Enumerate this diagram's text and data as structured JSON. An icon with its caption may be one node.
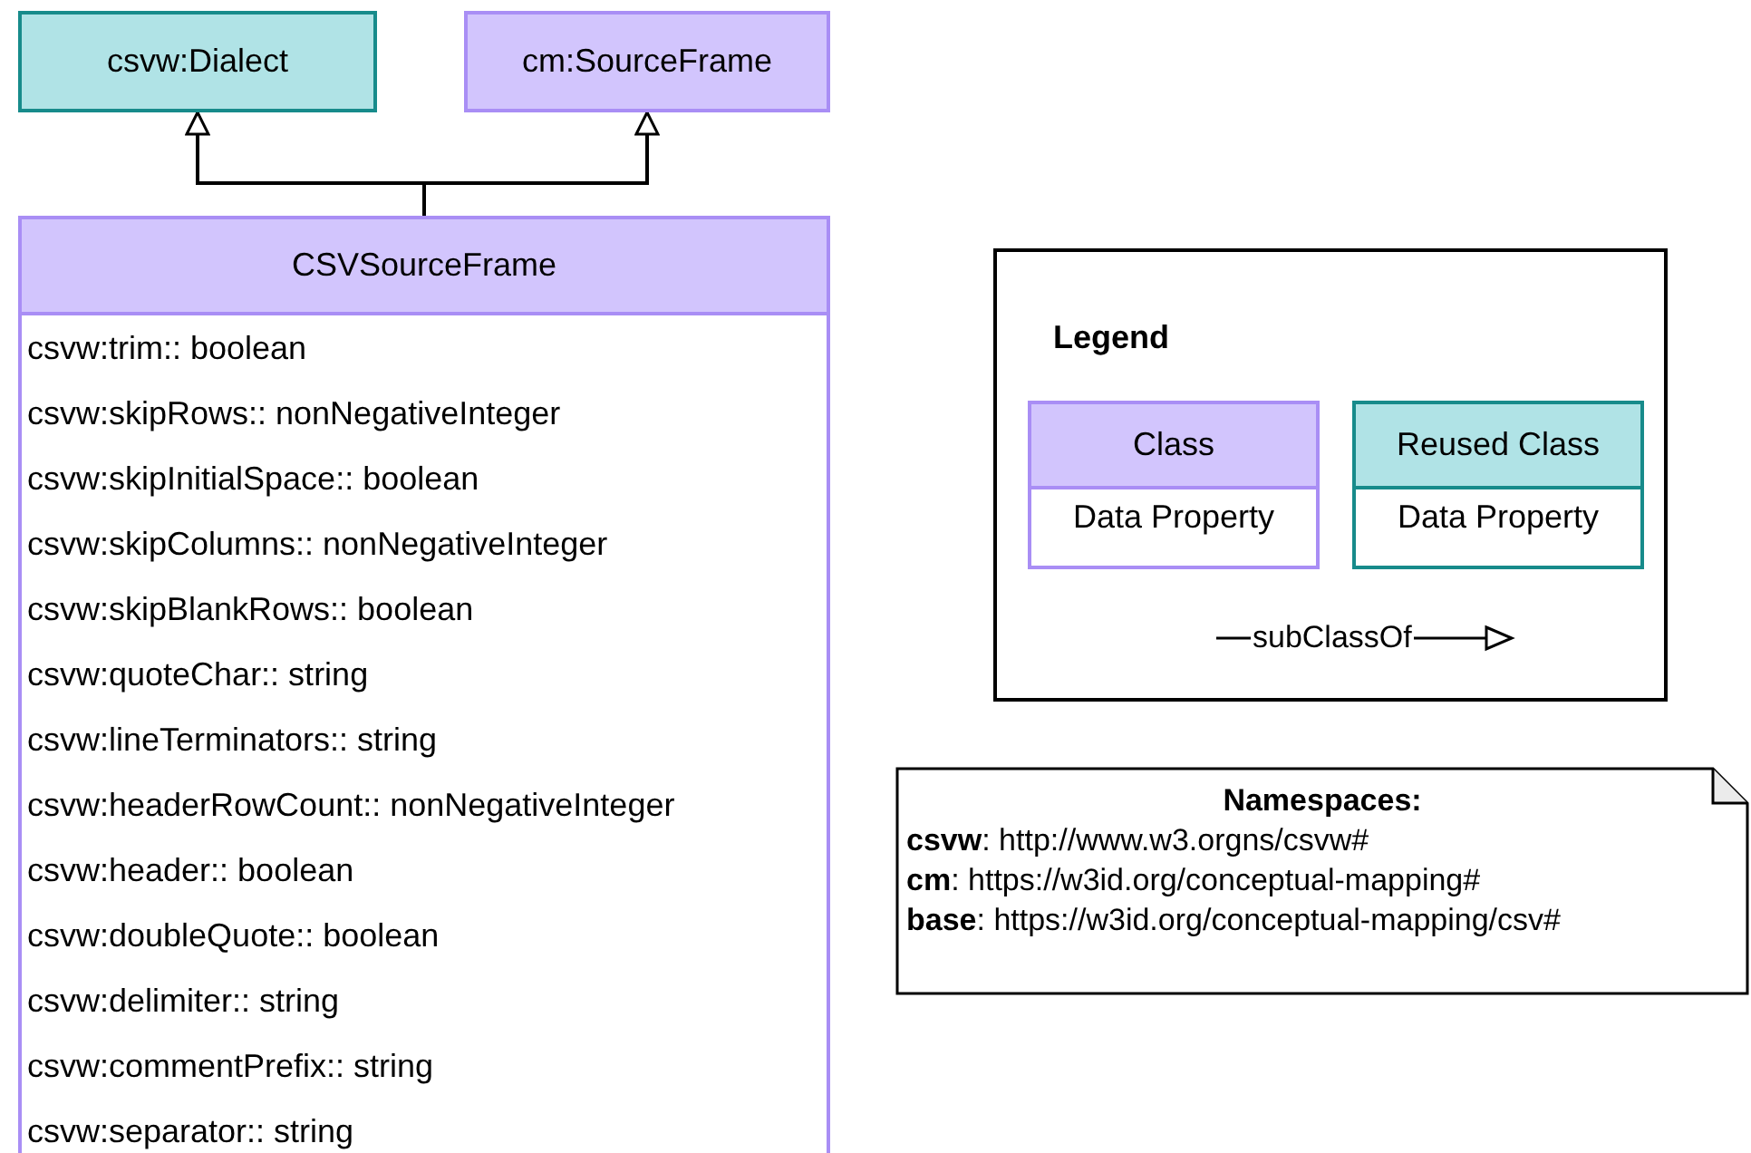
{
  "diagram": {
    "nodes": [
      {
        "text": [
          "csvw:Dialect"
        ]
      },
      {
        "text": [
          "cm:SourceFrame"
        ]
      },
      {
        "text": [
          "CSVSourceFrame",
          "csvw:trim:: boolean",
          "csvw:skipRows:: nonNegativeInteger",
          "csvw:skipInitialSpace:: boolean",
          "csvw:skipColumns:: nonNegativeInteger",
          "csvw:skipBlankRows:: boolean",
          "csvw:quoteChar:: string",
          "csvw:lineTerminators:: string",
          "csvw:headerRowCount:: nonNegativeInteger",
          "csvw:header:: boolean",
          "csvw:doubleQuote:: boolean",
          "csvw:delimiter:: string",
          "csvw:commentPrefix:: string",
          "csvw:separator:: string"
        ]
      },
      {
        "text": [
          "Legend"
        ]
      },
      {
        "text": [
          "Class",
          "Data Property"
        ],
        "in": 3
      },
      {
        "text": [
          "Reused Class",
          "Data Property"
        ],
        "in": 3
      },
      {
        "text": [
          "Namespaces:",
          "**csvw**: http://www.w3.orgns/csvw#",
          "**cm**: https://w3id.org/conceptual-mapping#",
          "**base**: https://w3id.org/conceptual-mapping/csv#"
        ]
      }
    ],
    "edges": [
      {
        "from": 2,
        "to": 0,
        "arrow": "to"
      },
      {
        "from": 2,
        "to": 1,
        "arrow": "to"
      }
    ],
    "labels": [
      "subClassOf"
    ]
  }
}
